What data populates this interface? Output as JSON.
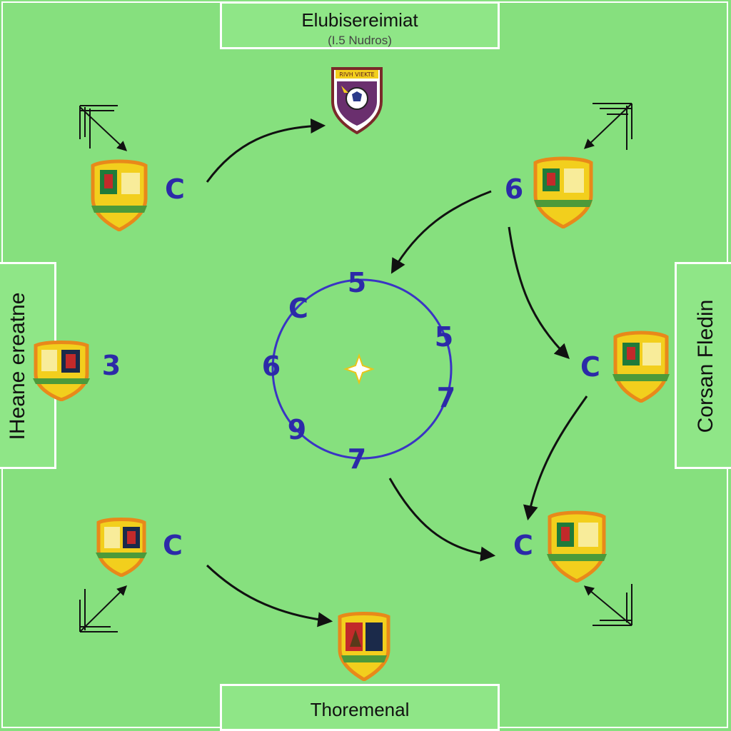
{
  "top_box": {
    "title": "Elubisereimiat",
    "subtitle": "(I.5 Nudros)"
  },
  "left_box": {
    "label": "IHeane ereatne"
  },
  "right_box": {
    "label": "Corsan Fledin"
  },
  "bottom_box": {
    "label": "Thoremenal"
  },
  "crest_banner_text": "RIVH VIEKTE",
  "center_star_icon": "four-point-star-icon",
  "numbers": {
    "ring_top": "5",
    "ring_top_left": "C",
    "ring_right_top": "5",
    "ring_right_bottom": "7",
    "ring_left": "6",
    "ring_bottom_left": "9",
    "ring_bottom": "7",
    "left_mid": "3",
    "top_left": "C",
    "top_right": "6",
    "right_mid": "C",
    "bottom_left": "C",
    "bottom_right": "C"
  },
  "colors": {
    "field": "#86e07e",
    "lines": "#ffffff",
    "ring": "#3a34c4",
    "numbers": "#2c2aa8",
    "crest_gold": "#f2cf1d",
    "crest_orange": "#e8891a",
    "crest_green": "#4c9a3a",
    "arrow": "#111111"
  }
}
